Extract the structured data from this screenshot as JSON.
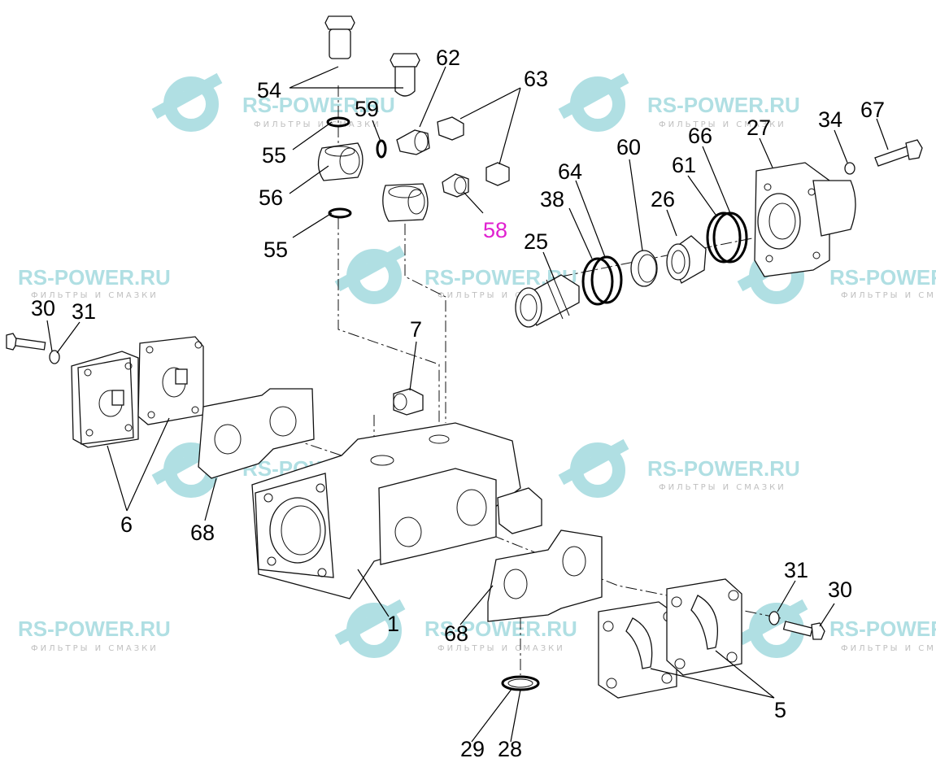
{
  "watermark": {
    "brand": "RS-POWER.RU",
    "tagline": "ФИЛЬТРЫ И СМАЗКИ",
    "brand_color": "#8fd0d6"
  },
  "callouts": {
    "c54": "54",
    "c62": "62",
    "c63a": "63",
    "c59": "59",
    "c55a": "55",
    "c56": "56",
    "c55b": "55",
    "c58": "58",
    "c25": "25",
    "c38": "38",
    "c64": "64",
    "c60": "60",
    "c26": "26",
    "c61": "61",
    "c66": "66",
    "c27": "27",
    "c34": "34",
    "c67": "67",
    "c30a": "30",
    "c31a": "31",
    "c7": "7",
    "c6": "6",
    "c68a": "68",
    "c1": "1",
    "c68b": "68",
    "c31b": "31",
    "c30b": "30",
    "c5": "5",
    "c29": "29",
    "c28": "28"
  },
  "colors": {
    "callout_default": "#000000",
    "callout_highlight": "#e020d0"
  }
}
